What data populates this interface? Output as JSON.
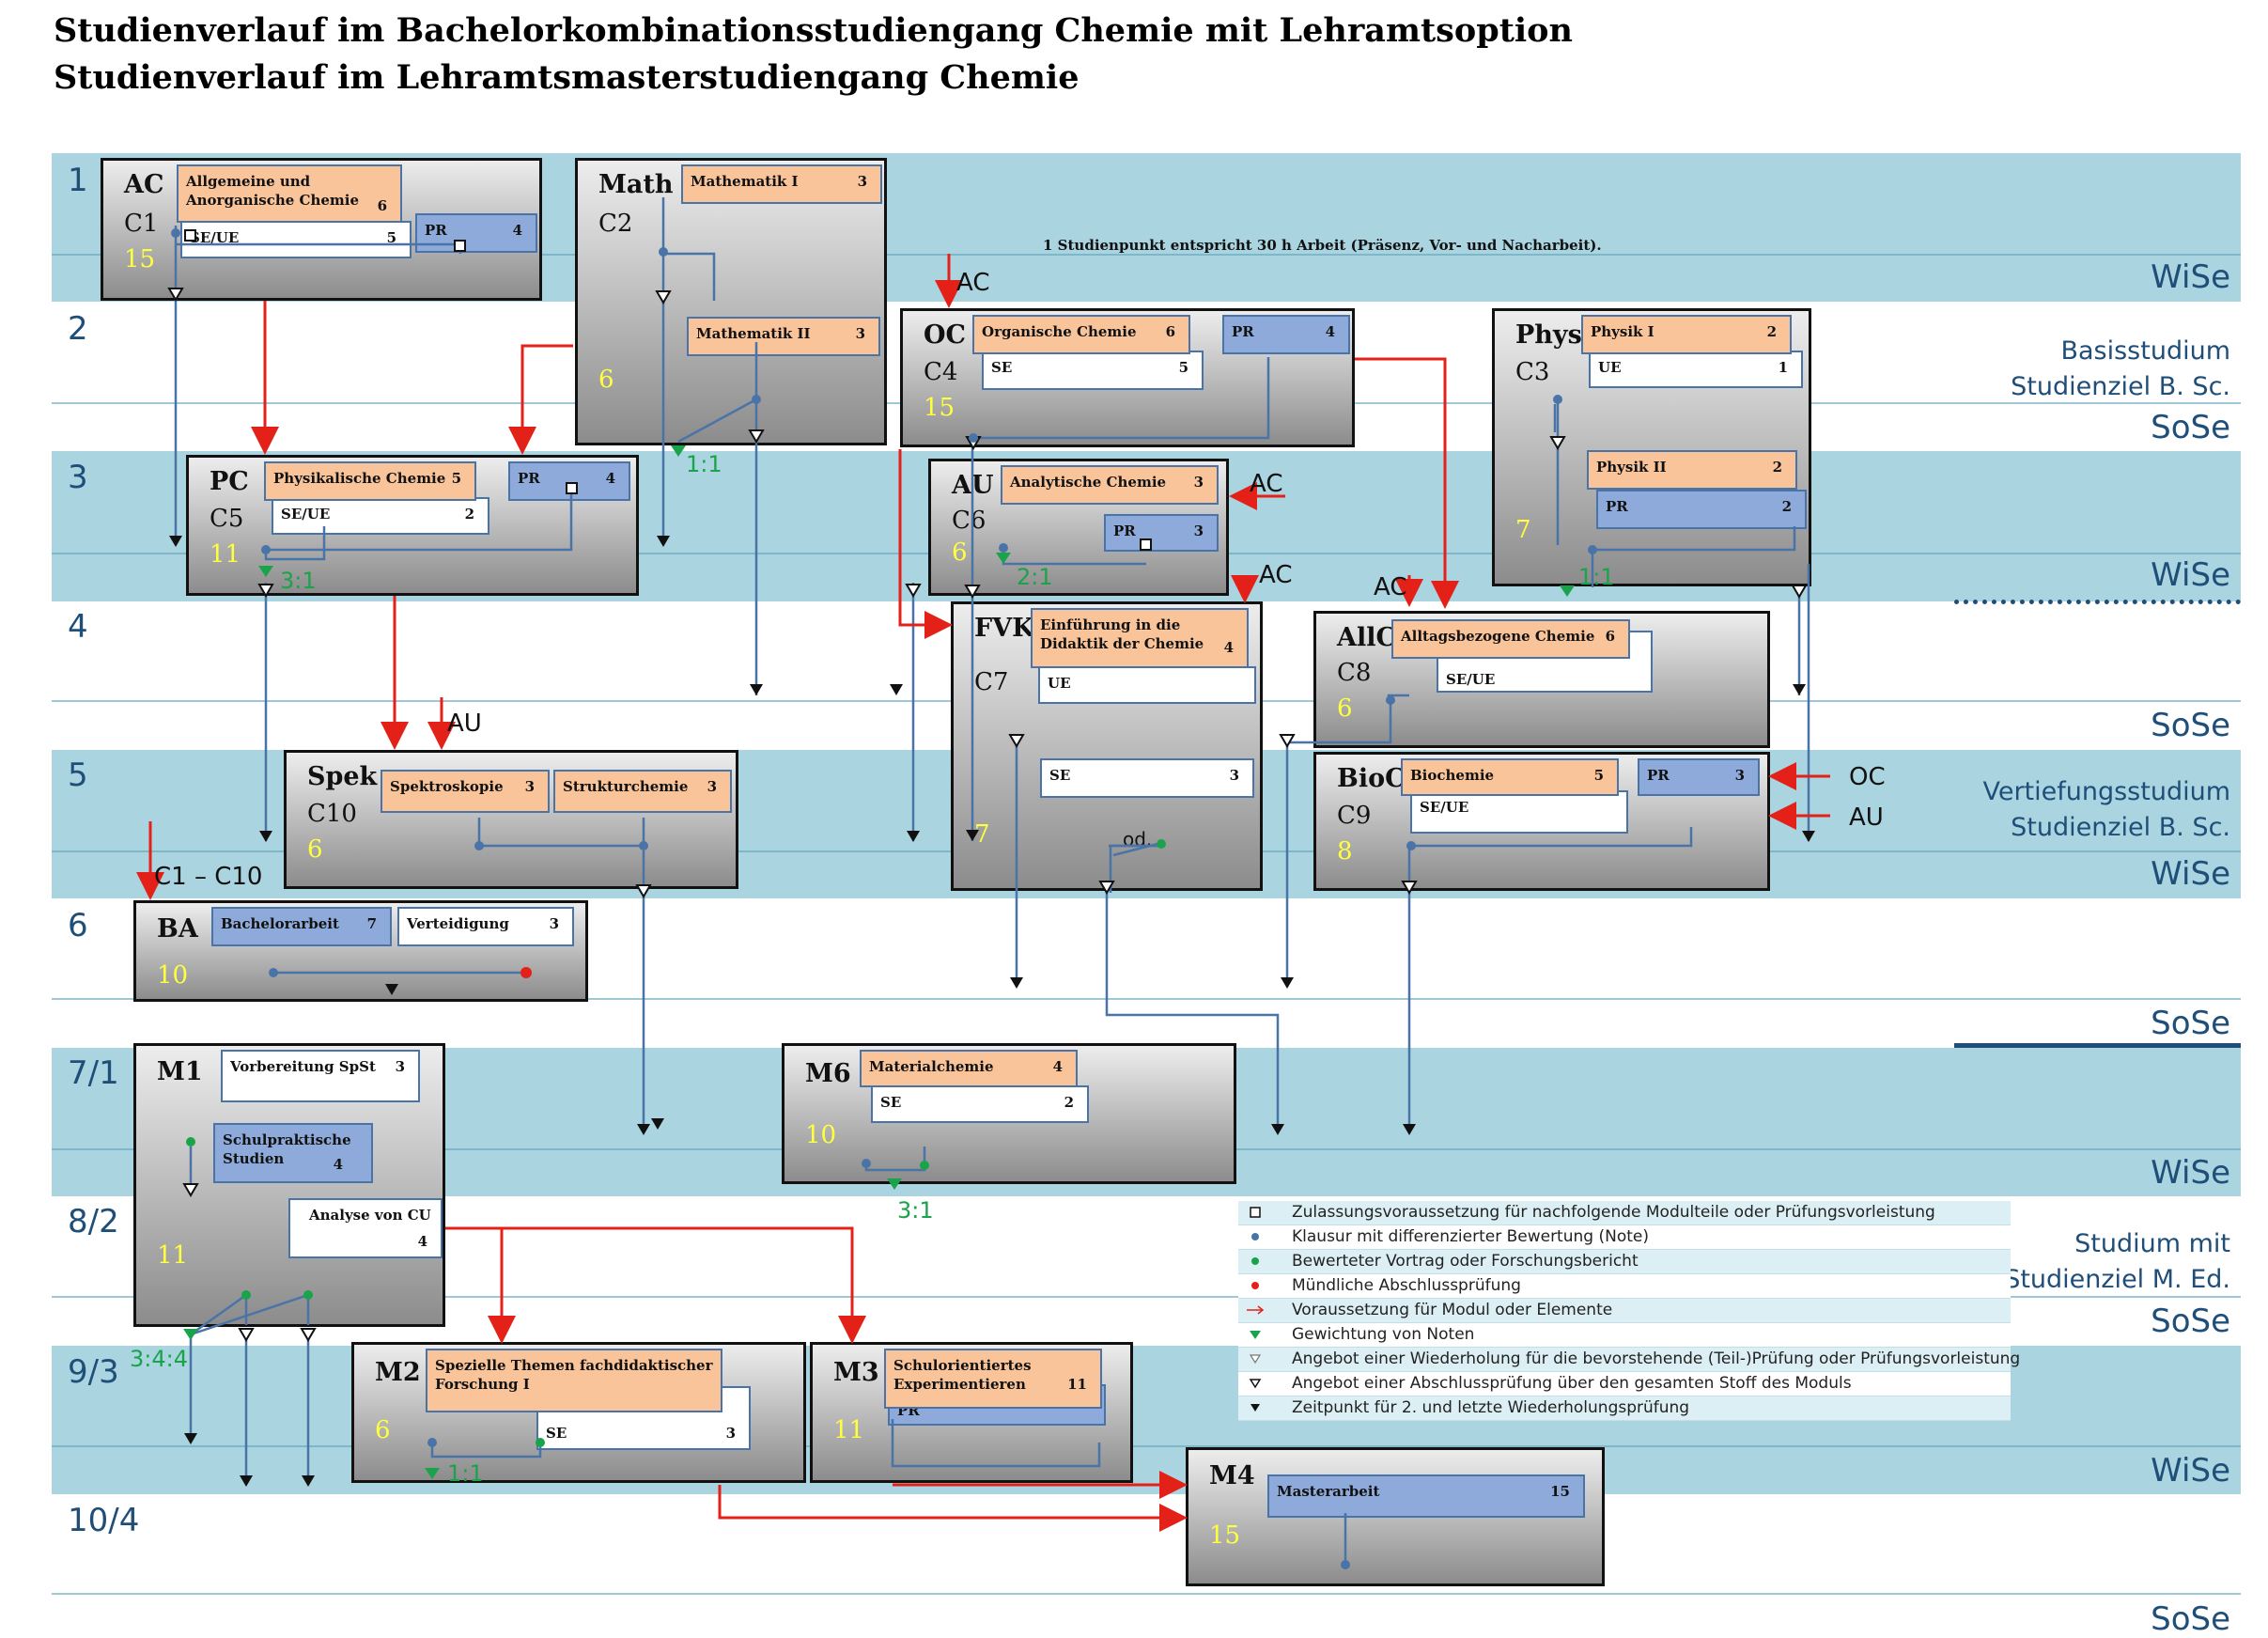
{
  "titles": {
    "line1": "Studienverlauf im Bachelorkombinationsstudiengang Chemie mit Lehramtsoption",
    "line2": "Studienverlauf im Lehramtsmasterstudiengang Chemie"
  },
  "semesters": [
    "1",
    "2",
    "3",
    "4",
    "5",
    "6",
    "7/1",
    "8/2",
    "9/3",
    "10/4"
  ],
  "term_labels": [
    "WiSe",
    "SoSe",
    "WiSe",
    "SoSe",
    "WiSe",
    "SoSe",
    "WiSe",
    "SoSe",
    "WiSe",
    "SoSe"
  ],
  "side_notes": {
    "basis": [
      "Basisstudium",
      "Studienziel B. Sc."
    ],
    "vertiefung": [
      "Vertiefungsstudium",
      "Studienziel B. Sc."
    ],
    "master": [
      "Studium mit",
      "Studienziel M. Ed."
    ]
  },
  "info_note": "1 Studienpunkt entspricht 30 h Arbeit (Präsenz, Vor- und Nacharbeit).",
  "modules": {
    "ac": {
      "abbr": "AC",
      "code": "C1",
      "cp": "15",
      "boxes": [
        {
          "label": "Allgemeine und Anorganische Chemie",
          "cp": "6"
        },
        {
          "label": "SE/UE",
          "cp": "5"
        },
        {
          "label": "PR",
          "cp": "4"
        }
      ]
    },
    "math": {
      "abbr": "Math",
      "code": "C2",
      "cp": "6",
      "boxes": [
        {
          "label": "Mathematik I",
          "cp": "3"
        },
        {
          "label": "Mathematik II",
          "cp": "3"
        }
      ]
    },
    "oc": {
      "abbr": "OC",
      "code": "C4",
      "cp": "15",
      "boxes": [
        {
          "label": "Organische Chemie",
          "cp": "6"
        },
        {
          "label": "SE",
          "cp": "5"
        },
        {
          "label": "PR",
          "cp": "4"
        }
      ]
    },
    "phys": {
      "abbr": "Phys",
      "code": "C3",
      "cp": "7",
      "boxes": [
        {
          "label": "Physik I",
          "cp": "2"
        },
        {
          "label": "UE",
          "cp": "1"
        },
        {
          "label": "Physik II",
          "cp": "2"
        },
        {
          "label": "PR",
          "cp": "2"
        }
      ]
    },
    "pc": {
      "abbr": "PC",
      "code": "C5",
      "cp": "11",
      "boxes": [
        {
          "label": "Physikalische Chemie",
          "cp": "5"
        },
        {
          "label": "SE/UE",
          "cp": "2"
        },
        {
          "label": "PR",
          "cp": "4"
        }
      ]
    },
    "au": {
      "abbr": "AU",
      "code": "C6",
      "cp": "6",
      "boxes": [
        {
          "label": "Analytische Chemie",
          "cp": "3"
        },
        {
          "label": "PR",
          "cp": "3"
        }
      ]
    },
    "fvk": {
      "abbr": "FVK",
      "code": "C7",
      "cp": "7",
      "boxes": [
        {
          "label": "Einführung in die Didaktik der Chemie",
          "cp": "4"
        },
        {
          "label": "UE",
          "cp": ""
        },
        {
          "label": "SE",
          "cp": "3"
        }
      ],
      "od": "od."
    },
    "allc": {
      "abbr": "AllC",
      "code": "C8",
      "cp": "6",
      "boxes": [
        {
          "label": "Alltagsbezogene Chemie",
          "cp": "6"
        },
        {
          "label": "SE/UE",
          "cp": ""
        }
      ]
    },
    "spek": {
      "abbr": "Spek",
      "code": "C10",
      "cp": "6",
      "boxes": [
        {
          "label": "Spektroskopie",
          "cp": "3"
        },
        {
          "label": "Strukturchemie",
          "cp": "3"
        }
      ]
    },
    "bioc": {
      "abbr": "BioC",
      "code": "C9",
      "cp": "8",
      "boxes": [
        {
          "label": "Biochemie",
          "cp": "5"
        },
        {
          "label": "SE/UE",
          "cp": ""
        },
        {
          "label": "PR",
          "cp": "3"
        }
      ]
    },
    "ba": {
      "abbr": "BA",
      "code": "",
      "cp": "10",
      "boxes": [
        {
          "label": "Bachelorarbeit",
          "cp": "7"
        },
        {
          "label": "Verteidigung",
          "cp": "3"
        }
      ]
    },
    "m1": {
      "abbr": "M1",
      "code": "",
      "cp": "11",
      "boxes": [
        {
          "label": "Vorbereitung SpSt",
          "cp": "3"
        },
        {
          "label": "Schulpraktische Studien",
          "cp": "4"
        },
        {
          "label": "Analyse von CU",
          "cp": "4"
        }
      ]
    },
    "m6": {
      "abbr": "M6",
      "code": "",
      "cp": "10",
      "boxes": [
        {
          "label": "Materialchemie",
          "cp": "4"
        },
        {
          "label": "SE",
          "cp": "2"
        }
      ]
    },
    "m2": {
      "abbr": "M2",
      "code": "",
      "cp": "6",
      "boxes": [
        {
          "label": "Spezielle Themen fachdidaktischer Forschung I",
          "cp": ""
        },
        {
          "label": "SE",
          "cp": "3"
        }
      ]
    },
    "m3": {
      "abbr": "M3",
      "code": "",
      "cp": "11",
      "boxes": [
        {
          "label": "Schulorientiertes Experimentieren",
          "cp": "11"
        },
        {
          "label": "PR",
          "cp": ""
        }
      ]
    },
    "m4": {
      "abbr": "M4",
      "code": "",
      "cp": "15",
      "boxes": [
        {
          "label": "Masterarbeit",
          "cp": "15"
        }
      ]
    }
  },
  "tags": {
    "ac1": "AC",
    "ac2": "AC",
    "ac3": "AC",
    "ac4": "AC",
    "au1": "AU",
    "oc": "OC",
    "au2": "AU",
    "c1c10": "C1 – C10"
  },
  "ratios": {
    "math": "1:1",
    "pc": "3:1",
    "au": "2:1",
    "phys": "1:1",
    "m6": "3:1",
    "m1": "3:4:4",
    "m2": "1:1"
  },
  "legend": [
    {
      "symbol": "white-square",
      "text": "Zulassungsvoraussetzung für nachfolgende Modulteile oder Prüfungsvorleistung"
    },
    {
      "symbol": "blue-dot",
      "text": "Klausur mit differenzierter Bewertung (Note)"
    },
    {
      "symbol": "green-dot",
      "text": "Bewerteter Vortrag oder Forschungsbericht"
    },
    {
      "symbol": "red-dot",
      "text": "Mündliche Abschlussprüfung"
    },
    {
      "symbol": "red-arrow",
      "text": "Voraussetzung für Modul oder Elemente"
    },
    {
      "symbol": "green-triangle",
      "text": "Gewichtung von Noten"
    },
    {
      "symbol": "white-triangle",
      "text": "Angebot einer Wiederholung für die bevorstehende (Teil-)Prüfung oder Prüfungsvorleistung"
    },
    {
      "symbol": "white-triangle-black",
      "text": "Angebot einer Abschlussprüfung über den gesamten Stoff des Moduls"
    },
    {
      "symbol": "black-triangle",
      "text": "Zeitpunkt für 2. und letzte Wiederholungsprüfung"
    }
  ],
  "colors": {
    "band": "#a9d4e0",
    "text_blue": "#1f4e79",
    "arrow_red": "#e32119",
    "line_blue": "#4a74a8",
    "orange_box": "#f9c49a",
    "blue_box": "#8eaadb",
    "cp_yellow": "#ffff40",
    "green": "#1aa34a"
  }
}
